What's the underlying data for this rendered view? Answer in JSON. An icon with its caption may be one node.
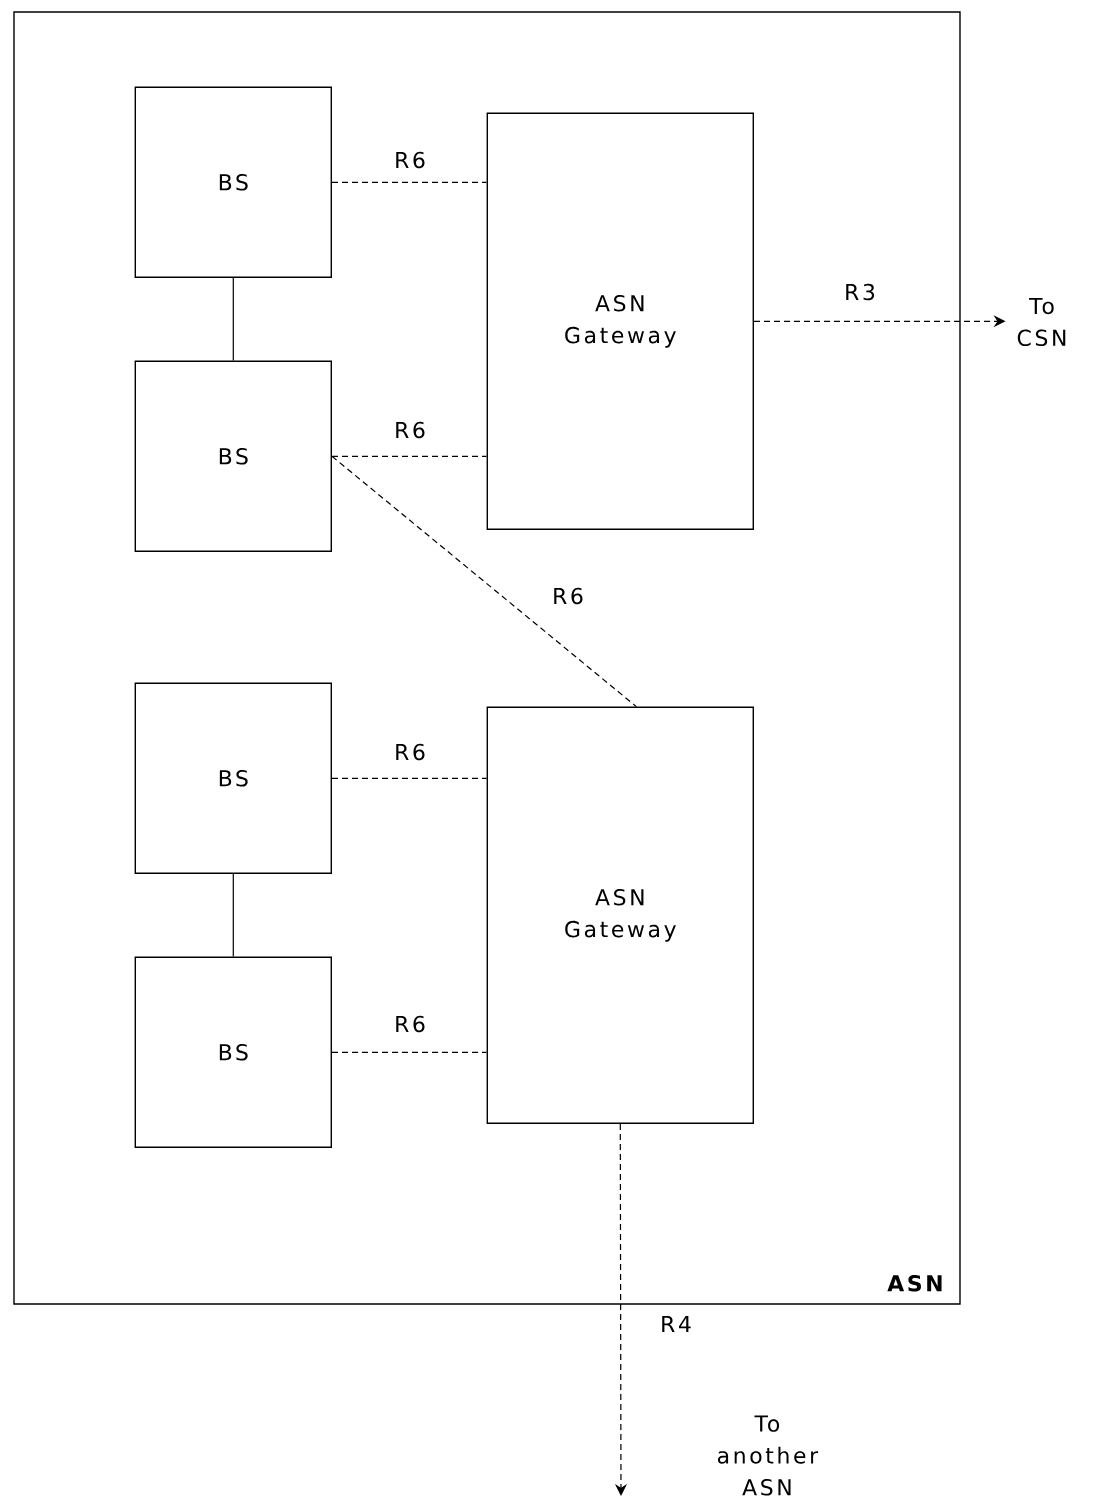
{
  "diagram": {
    "nodes": [
      {
        "text": [
          "ASN"
        ]
      },
      {
        "text": [
          "BS"
        ],
        "in": 0
      },
      {
        "text": [
          "BS"
        ],
        "in": 0
      },
      {
        "text": [
          "ASN Gateway"
        ],
        "in": 0
      },
      {
        "text": [
          "BS"
        ],
        "in": 0
      },
      {
        "text": [
          "BS"
        ],
        "in": 0
      },
      {
        "text": [
          "ASN Gateway"
        ],
        "in": 0
      },
      {
        "text": [
          "To CSN"
        ]
      },
      {
        "text": [
          "To another ASN"
        ]
      }
    ],
    "edges": [
      {
        "from": 1,
        "to": 3,
        "arrow": "none",
        "label": "R6",
        "style": "dashed"
      },
      {
        "from": 1,
        "to": 2,
        "arrow": "none"
      },
      {
        "from": 2,
        "to": 3,
        "arrow": "none",
        "label": "R6",
        "style": "dashed"
      },
      {
        "from": 2,
        "to": 6,
        "arrow": "none",
        "label": "R6",
        "style": "dashed"
      },
      {
        "from": 4,
        "to": 6,
        "arrow": "none",
        "label": "R6",
        "style": "dashed"
      },
      {
        "from": 4,
        "to": 5,
        "arrow": "none"
      },
      {
        "from": 5,
        "to": 6,
        "arrow": "none",
        "label": "R6",
        "style": "dashed"
      },
      {
        "from": 3,
        "to": 7,
        "arrow": "to",
        "label": "R3",
        "style": "dashed"
      },
      {
        "from": 6,
        "to": 8,
        "arrow": "to",
        "label": "R4",
        "style": "dashed"
      }
    ]
  }
}
